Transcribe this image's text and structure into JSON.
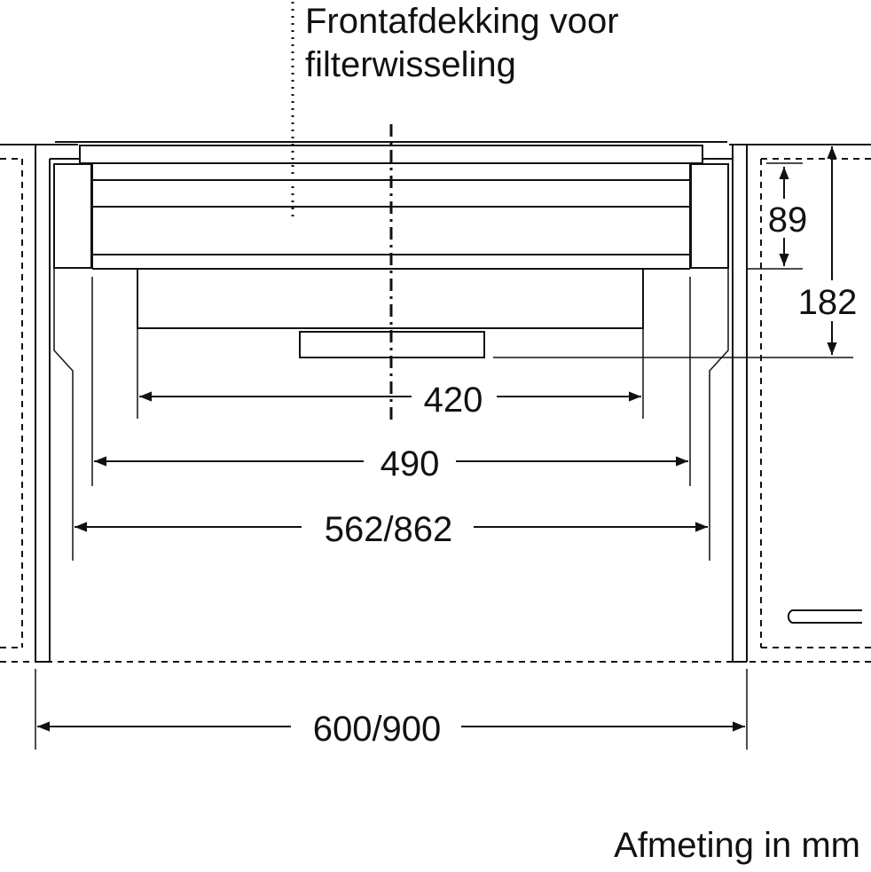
{
  "labels": {
    "callout": [
      "Frontafdekking voor",
      "filterwisseling"
    ],
    "units": "Afmeting in mm"
  },
  "dimensions": {
    "depth_filter": "89",
    "depth_total": "182",
    "width_420": "420",
    "width_490": "490",
    "width_562": "562/862",
    "width_600": "600/900"
  }
}
